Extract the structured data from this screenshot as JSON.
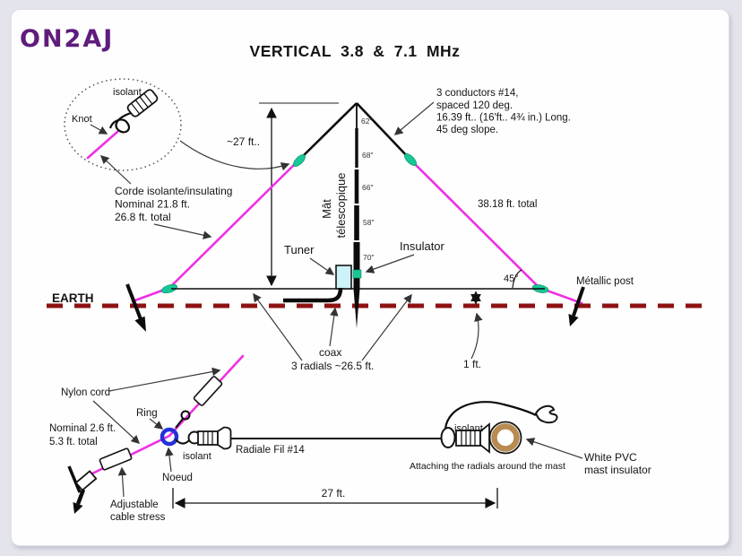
{
  "header": {
    "logo": "ON2AJ",
    "title": "VERTICAL 3.8 & 7.1 MHz"
  },
  "colors": {
    "cord": "#ef2fe4",
    "insulator": "#17c796",
    "earth": "#8e1212",
    "ring": "#2431d6",
    "pvc": "#b78b52",
    "tuner": "#cdf2f7",
    "logo": "#5f1c7d"
  },
  "bubble": {
    "isolant": "isolant",
    "knot": "Knot"
  },
  "main": {
    "height": "~27 ft..",
    "note": [
      "3 conductors #14,",
      "spaced 120 deg.",
      "16.39 ft.. (16'ft.. 4¾ in.) Long.",
      "45 deg slope."
    ],
    "corde": [
      "Corde isolante/insulating",
      "Nominal 21.8 ft.",
      "26.8 ft. total"
    ],
    "mast1": "Mât",
    "mast2": "télescopique",
    "segs": [
      "62\"",
      "68\"",
      "66\"",
      "58\"",
      "70\""
    ],
    "tuner": "Tuner",
    "insulator": "Insulator",
    "guy_total": "38.18 ft. total",
    "angle": "45°",
    "post": "Métallic post",
    "earth": "EARTH",
    "coax": "coax",
    "radials": "3 radials ~26.5 ft.",
    "one_ft": "1 ft."
  },
  "lower": {
    "nylon": "Nylon cord",
    "ring": "Ring",
    "nominal": [
      "Nominal 2.6 ft.",
      "5.3 ft. total"
    ],
    "noeud": "Noeud",
    "isolant": "isolant",
    "adjust": [
      "Adjustable",
      "cable stress"
    ],
    "wire": "Radiale Fil #14",
    "span": "27 ft.",
    "caption": "Attaching the radials around the mast",
    "pvc": [
      "White PVC",
      "mast insulator"
    ],
    "isolant2": "isolant"
  }
}
